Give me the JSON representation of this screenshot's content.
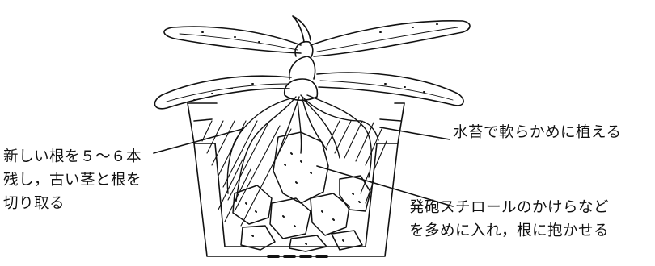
{
  "labels": {
    "left": {
      "lines": [
        "新しい根を５～６本",
        "残し，古い茎と根を",
        "切り取る"
      ]
    },
    "top_right": {
      "lines": [
        "水苔で軟らかめに植える"
      ]
    },
    "bottom_right": {
      "lines": [
        "発砲スチロールのかけらなど",
        "を多めに入れ，根に抱かせる"
      ]
    }
  },
  "colors": {
    "ink": "#111111",
    "background": "#ffffff"
  }
}
